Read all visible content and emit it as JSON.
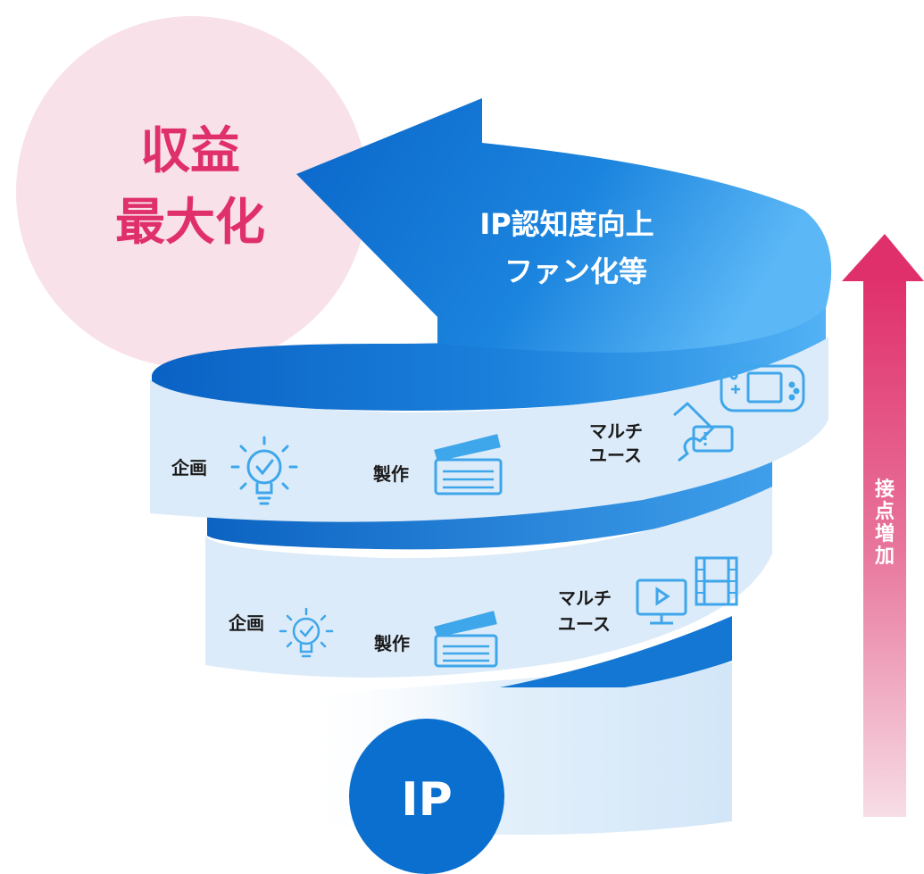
{
  "goal": {
    "line1": "収益",
    "line2": "最大化",
    "color": "#e0306c",
    "bubble_color": "#f8e1e8"
  },
  "top_arrow": {
    "line1": "IP認知度向上",
    "line2": "ファン化等"
  },
  "upper_loop": {
    "planning": "企画",
    "production": "製作",
    "multiuse_line1": "マルチ",
    "multiuse_line2": "ユース",
    "icons": [
      "lightbulb-check-icon",
      "clapperboard-icon",
      "ticket-icon",
      "handheld-game-console-icon"
    ]
  },
  "lower_loop": {
    "planning": "企画",
    "production": "製作",
    "multiuse_line1": "マルチ",
    "multiuse_line2": "ユース",
    "icons": [
      "lightbulb-check-icon",
      "clapperboard-icon",
      "monitor-play-icon",
      "film-strip-icon"
    ]
  },
  "origin": {
    "label": "IP",
    "color": "#0a6fcf"
  },
  "side_arrow": {
    "label": [
      "接",
      "点",
      "増",
      "加"
    ],
    "color": "#e0306c"
  },
  "colors": {
    "ribbon_dark": "#0a6fcf",
    "ribbon_mid": "#3c9ce8",
    "ribbon_light": "#dcebf9",
    "icon": "#3ea6ea"
  }
}
